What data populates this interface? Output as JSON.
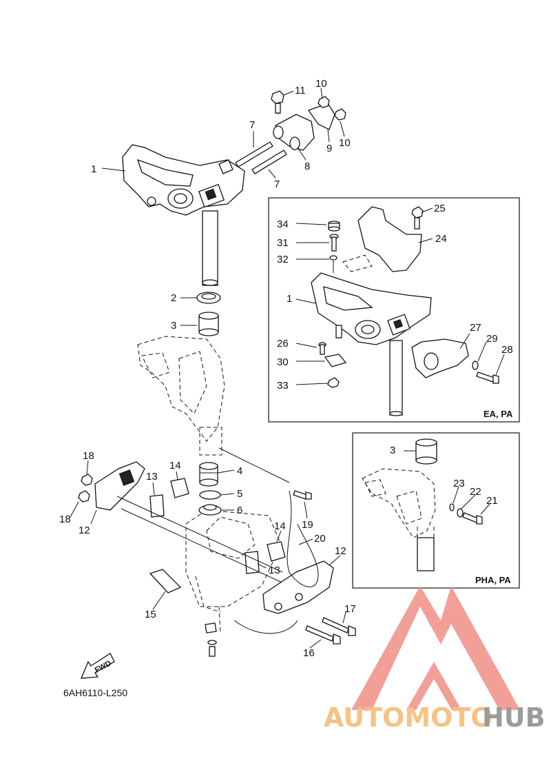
{
  "diagram": {
    "figure_code": "6AH6110-L250",
    "fwd_label": "FWD",
    "callouts_main": [
      "1",
      "2",
      "3",
      "4",
      "5",
      "6",
      "7",
      "7",
      "8",
      "9",
      "10",
      "10",
      "11",
      "12",
      "12",
      "13",
      "13",
      "14",
      "14",
      "15",
      "16",
      "17",
      "18",
      "18",
      "19",
      "20"
    ],
    "inset_top": {
      "label": "EA, PA",
      "callouts": [
        "34",
        "31",
        "32",
        "1",
        "26",
        "30",
        "33",
        "25",
        "24",
        "27",
        "29",
        "28"
      ]
    },
    "inset_bottom": {
      "label": "PHA, PA",
      "callouts": [
        "3",
        "23",
        "22",
        "21"
      ]
    }
  },
  "watermark": {
    "text_part1": "AUTOMOTO",
    "text_part2": "HUB",
    "colors": {
      "salmon": "#f08f86",
      "orange": "#f5b870",
      "gray": "#8a8a8a"
    }
  }
}
